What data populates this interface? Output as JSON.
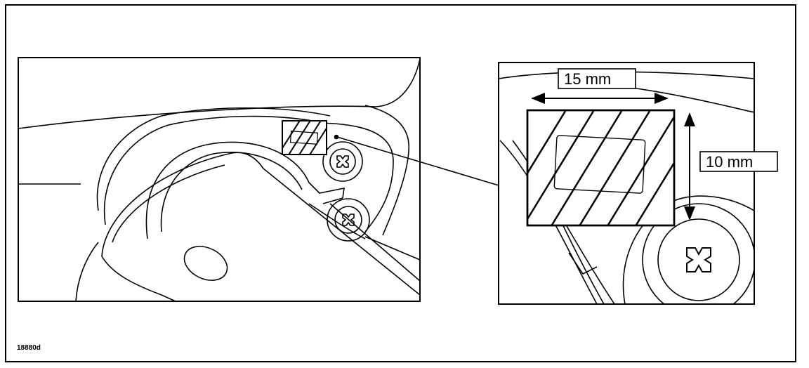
{
  "figure": {
    "reference_code": "18880d",
    "width_label": "15 mm",
    "height_label": "10 mm"
  },
  "colors": {
    "ink": "#000000",
    "paper": "#ffffff"
  }
}
